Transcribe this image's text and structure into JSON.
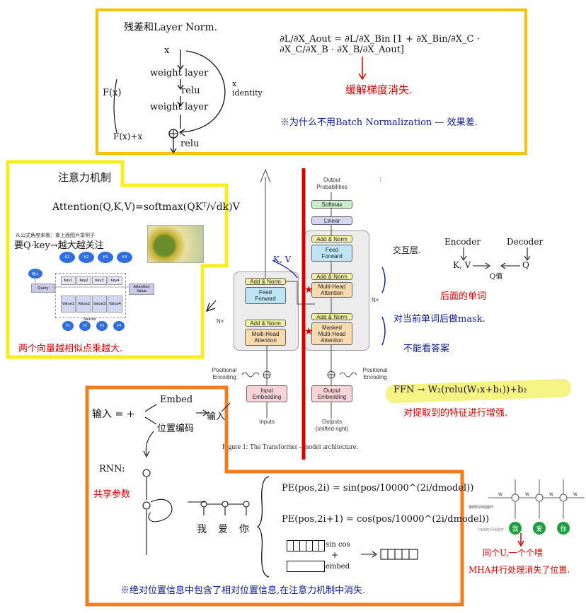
{
  "transformer": {
    "caption": "Figure 1: The Transformer - model architecture.",
    "output_probabilities": "Output\nProbabilities",
    "softmax": "Softmax",
    "linear": "Linear",
    "add_norm": "Add & Norm",
    "feed_forward": "Feed\nForward",
    "multi_head_attention": "Multi-Head\nAttention",
    "masked_multi_head_attention": "Masked\nMulti-Head\nAttention",
    "nx_left": "N×",
    "nx_right": "N×",
    "positional_encoding_left": "Positional\nEncoding",
    "positional_encoding_right": "Positional\nEncoding",
    "input_embedding": "Input\nEmbedding",
    "output_embedding": "Output\nEmbedding",
    "inputs": "Inputs",
    "outputs": "Outputs\n(shifted right)",
    "kv_label": "K, V"
  },
  "top_box": {
    "title": "残差和Layer Norm.",
    "x": "x",
    "weight_layer_1": "weight layer",
    "relu_1": "relu",
    "weight_layer_2": "weight layer",
    "fx": "F(x)",
    "identity": "x\nidentity",
    "fx_plus_x": "F(x)+x",
    "relu_2": "relu",
    "gradient_formula": "∂L/∂X_Aout = ∂L/∂X_Bin [1 + ∂X_Bin/∂X_C · ∂X_C/∂X_B · ∂X_B/∂X_Aout]",
    "gradient_note": "缓解梯度消失.",
    "batchnorm_note": "※为什么不用Batch Normalization — 效果差."
  },
  "attention_box": {
    "title": "注意力机制",
    "formula": "Attention(Q,K,V)=softmax(QKᵀ/√dk)V",
    "small_caption": "从公式角度来看：拿上面图片举例子",
    "handwriting": "要Q·key→越大越关注",
    "query_label": "Query",
    "keys": [
      "Key1",
      "Key2",
      "Key3",
      "Key4"
    ],
    "values": [
      "Value1",
      "Value2",
      "Value3",
      "Value4"
    ],
    "source_label": "Source",
    "attention_value": "Attention Value",
    "top_circles": [
      "K1",
      "K2",
      "K3",
      "K4"
    ],
    "bottom_circles": [
      "V1",
      "V2",
      "V3",
      "V4"
    ],
    "input_circle": "输入",
    "bottom_note": "两个向量越相似点乘越大."
  },
  "right_notes": {
    "cross": "交互层.",
    "encoder": "Encoder",
    "decoder": "Decoder",
    "kv": "K, V",
    "q": "Q",
    "q_label": "Q值",
    "later_words": "后面的单词",
    "mask_note": "对当前单词后做mask.",
    "no_answer": "不能看答案",
    "ffn": "FFN → W₂(relu(W₁x+b₁))+b₂",
    "ffn_note": "对提取到的特征进行增强."
  },
  "bottom_box": {
    "input_line": "输入 = +",
    "embed": "Embed",
    "pos_encoding": "位置编码",
    "input_right": "输入",
    "rnn": "RNN:",
    "shared_params": "共享参数",
    "words": [
      "我",
      "爱",
      "你"
    ],
    "pe_even": "PE(pos,2i) = sin(pos/10000^(2i/dmodel))",
    "pe_odd": "PE(pos,2i+1) = cos(pos/10000^(2i/dmodel))",
    "sin_cos": "sin cos",
    "embed_label": "embed",
    "bottom_note": "※绝对位置信息中包含了相对位置信息,在注意力机制中消失."
  },
  "rnn_fig": {
    "words": [
      "我",
      "爱",
      "你"
    ],
    "left_caption": "按照时间线展开",
    "left_caption2": "RNN时间线展开",
    "note1": "同个U,一个个喂",
    "note2": "MHA并行处理消失了位置."
  },
  "colors": {
    "yellow": "#f5c400",
    "bright_yellow": "#f7ee1c",
    "orange": "#f07d1e",
    "red": "#d20000",
    "blue_ink": "#0d1a8c"
  }
}
